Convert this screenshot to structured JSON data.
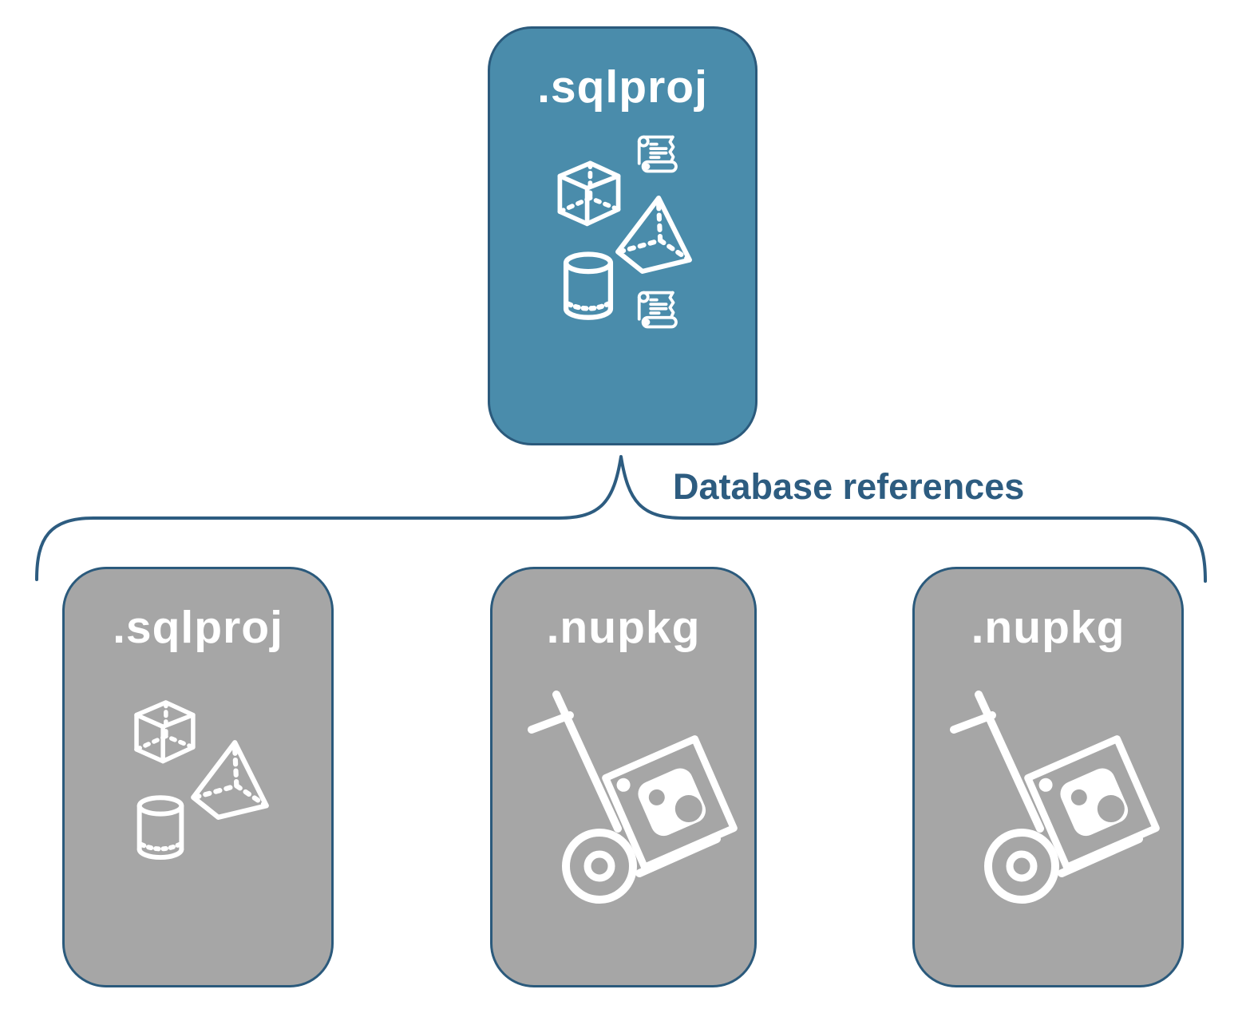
{
  "diagram": {
    "root_node": {
      "label": ".sqlproj"
    },
    "connector_label": "Database references",
    "child_nodes": [
      {
        "label": ".sqlproj"
      },
      {
        "label": ".nupkg"
      },
      {
        "label": ".nupkg"
      }
    ],
    "icons": {
      "root": [
        "cube-3d",
        "script-scroll",
        "pyramid-3d",
        "database-cylinder",
        "script-scroll"
      ],
      "child_sqlproj": [
        "cube-3d",
        "pyramid-3d",
        "database-cylinder"
      ],
      "child_nupkg": [
        "nuget-package-dolly"
      ]
    },
    "colors": {
      "root_fill": "#4a8cab",
      "child_fill": "#a6a6a6",
      "outline": "#2b5a7c",
      "connector": "#2d5c80",
      "icon_stroke": "#ffffff"
    }
  }
}
